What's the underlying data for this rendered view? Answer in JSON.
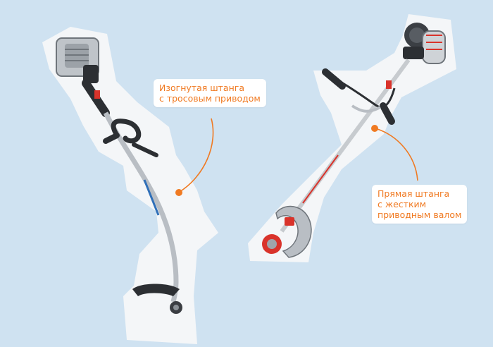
{
  "colors": {
    "background": "#cfe2f1",
    "accent": "#f07a22",
    "card": "#ffffff"
  },
  "callouts": {
    "curved": {
      "line1": "Изогнутая штанга",
      "line2": "с тросовым приводом"
    },
    "straight": {
      "line1": "Прямая штанга",
      "line2": "с жестким",
      "line3": "приводным валом"
    }
  },
  "images": {
    "left": "curved-shaft-trimmer",
    "right": "straight-shaft-brushcutter"
  }
}
